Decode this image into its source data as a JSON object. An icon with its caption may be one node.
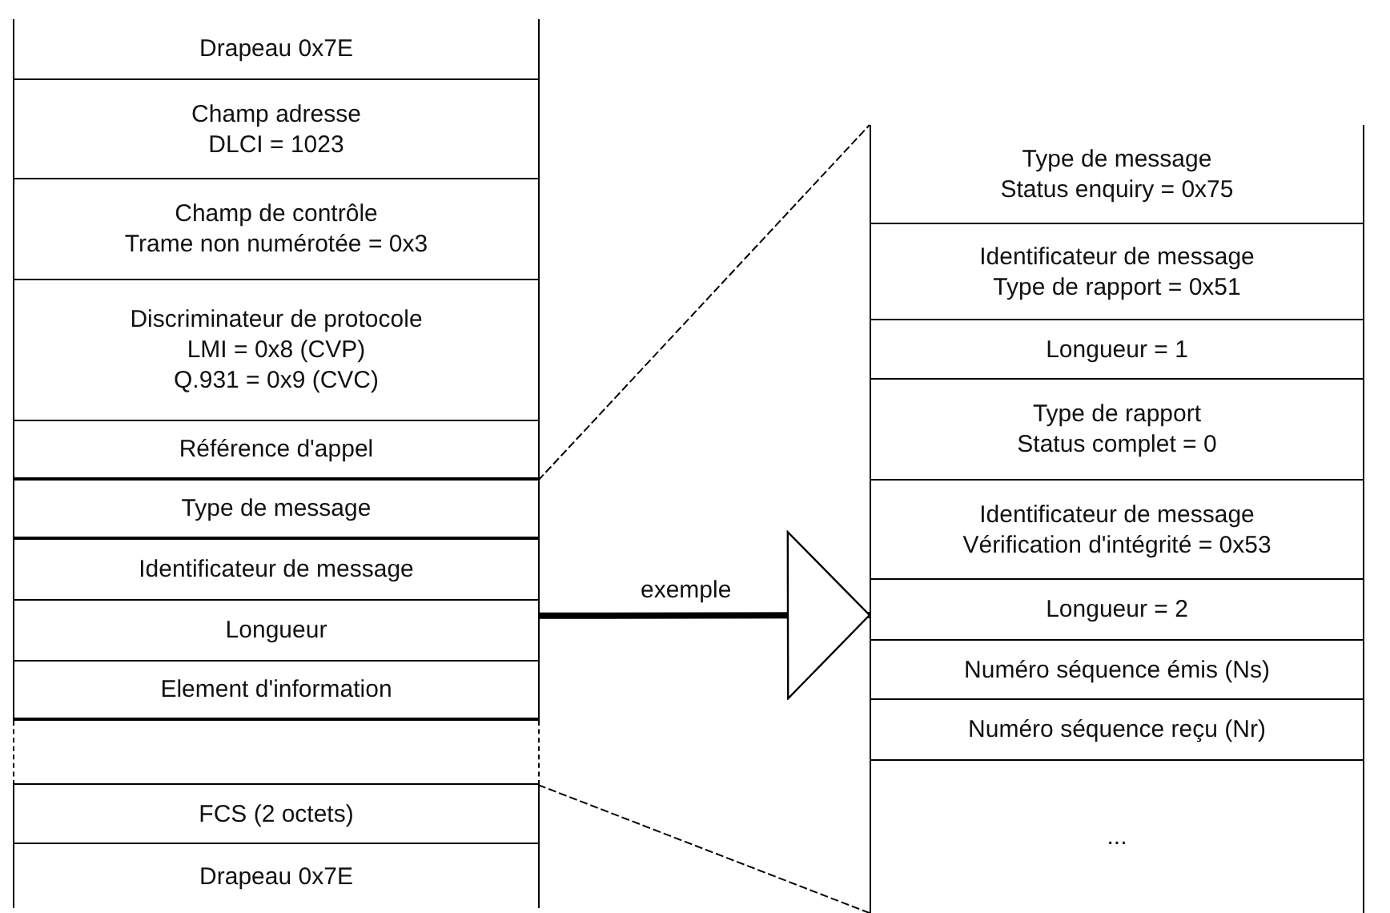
{
  "diagram": {
    "nodes": [
      {
        "text": [],
        "shape": "box"
      },
      {
        "text": [
          "Drapeau 0x7E"
        ],
        "in": 0
      },
      {
        "text": [
          "Champ adresse",
          "DLCI = 1023"
        ],
        "in": 0
      },
      {
        "text": [
          "Champ de contrôle",
          "Trame non numérotée = 0x3"
        ],
        "in": 0
      },
      {
        "text": [
          "Discriminateur de protocole",
          "LMI = 0x8 (CVP)",
          "Q.931 = 0x9 (CVC)"
        ],
        "in": 0
      },
      {
        "text": [
          "Référence d'appel"
        ],
        "in": 0
      },
      {
        "text": [
          "Type de message"
        ],
        "in": 0
      },
      {
        "text": [
          "Identificateur de message"
        ],
        "in": 0
      },
      {
        "text": [
          "Longueur"
        ],
        "in": 0
      },
      {
        "text": [
          "Element d'information"
        ],
        "in": 0
      },
      {
        "text": [],
        "shape": "box",
        "in": 0
      },
      {
        "text": [
          "FCS (2 octets)"
        ],
        "in": 0
      },
      {
        "text": [
          "Drapeau 0x7E"
        ],
        "in": 0
      },
      {
        "text": [],
        "shape": "box"
      },
      {
        "text": [
          "Type de message",
          "Status enquiry = 0x75"
        ],
        "in": 13
      },
      {
        "text": [
          "Identificateur de message",
          "Type de rapport = 0x51"
        ],
        "in": 13
      },
      {
        "text": [
          "Longueur = 1"
        ],
        "in": 13
      },
      {
        "text": [
          "Type de rapport",
          "Status complet = 0"
        ],
        "in": 13
      },
      {
        "text": [
          "Identificateur de message",
          "Vérification d'intégrité = 0x53"
        ],
        "in": 13
      },
      {
        "text": [
          "Longueur = 2"
        ],
        "in": 13
      },
      {
        "text": [
          "Numéro séquence émis (Ns)"
        ],
        "in": 13
      },
      {
        "text": [
          "Numéro séquence reçu (Nr)"
        ],
        "in": 13
      },
      {
        "text": [
          "..."
        ],
        "in": 13
      }
    ],
    "edges": [
      {
        "from": 0,
        "to": 13,
        "arrow": "to",
        "label": "exemple",
        "style": "thick"
      },
      {
        "from": 5,
        "to": 13,
        "arrow": "none",
        "style": "dashed"
      },
      {
        "from": 11,
        "to": 13,
        "arrow": "none",
        "style": "dashed"
      }
    ]
  }
}
